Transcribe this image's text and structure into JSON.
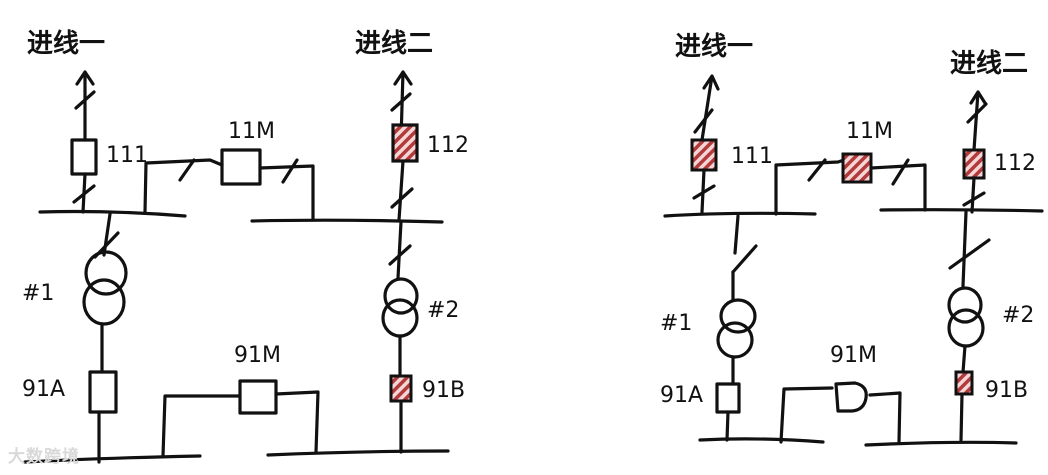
{
  "colors": {
    "ink": "#111111",
    "closed_fill": "#b23a3a",
    "closed_hatch_bg": "#f4d6d6",
    "watermark": "#d9d9d9"
  },
  "legend_semantics": {
    "hatched_red_box": "closed breaker",
    "open_box": "open breaker"
  },
  "watermark": "大数跨境",
  "diagrams": [
    {
      "id": "left",
      "incoming1": "进线一",
      "incoming2": "进线二",
      "breakers": {
        "b111": "111",
        "b112": "112",
        "b11M": "11M",
        "b91A": "91A",
        "b91B": "91B",
        "b91M": "91M"
      },
      "transformers": {
        "t1": "#1",
        "t2": "#2"
      },
      "states": {
        "111": "open",
        "112": "closed",
        "11M": "open",
        "91A": "open",
        "91B": "closed",
        "91M": "open"
      }
    },
    {
      "id": "right",
      "incoming1": "进线一",
      "incoming2": "进线二",
      "breakers": {
        "b111": "111",
        "b112": "112",
        "b11M": "11M",
        "b91A": "91A",
        "b91B": "91B",
        "b91M": "91M"
      },
      "transformers": {
        "t1": "#1",
        "t2": "#2"
      },
      "states": {
        "111": "closed",
        "112": "closed",
        "11M": "closed",
        "91A": "open",
        "91B": "closed",
        "91M": "open",
        "T1_disconnector": "open"
      }
    }
  ]
}
